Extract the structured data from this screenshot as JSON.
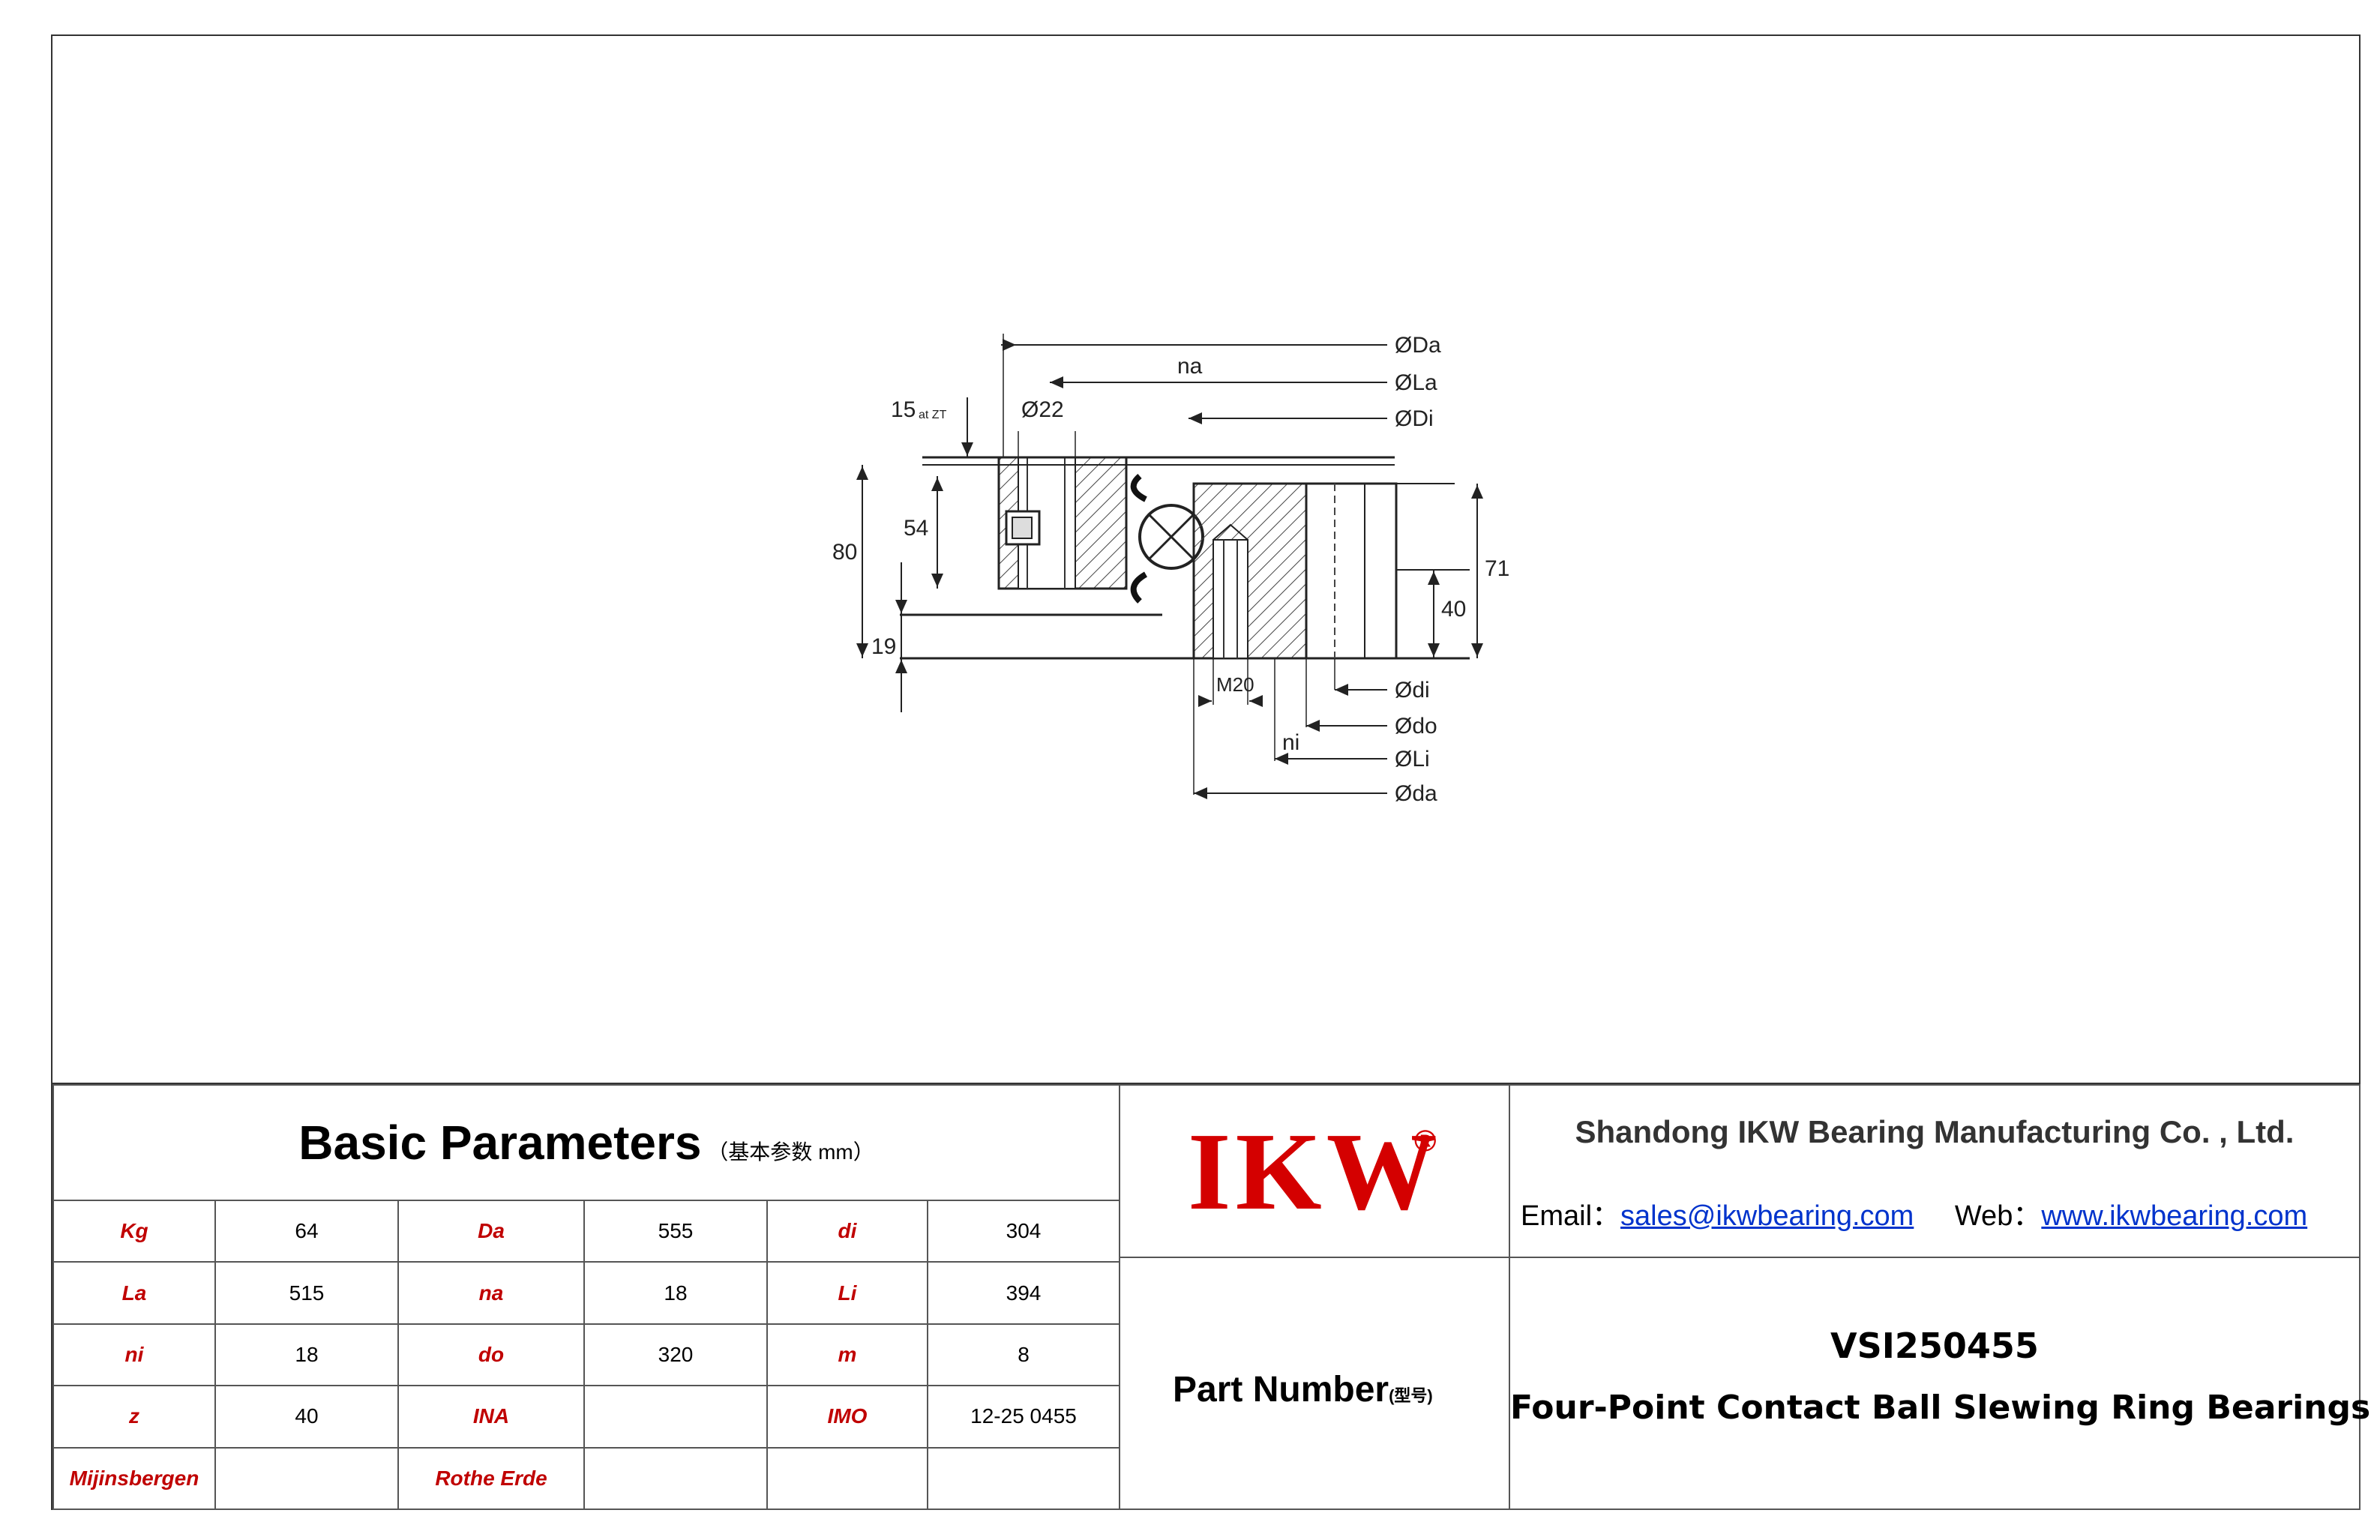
{
  "drawing": {
    "dims": {
      "Da": "ØDa",
      "La": "ØLa",
      "Di": "ØDi",
      "na": "na",
      "bore22": "Ø22",
      "fifteen": "15",
      "fifteen_sub": "at ZT",
      "h80": "80",
      "h54": "54",
      "h19": "19",
      "h71": "71",
      "h40": "40",
      "m20": "M20",
      "ni": "ni",
      "di": "Ødi",
      "do": "Ødo",
      "Li": "ØLi",
      "da": "Øda"
    }
  },
  "params": {
    "title": "Basic Parameters",
    "subtitle": "（基本参数 mm）",
    "rows": [
      [
        {
          "label": "Kg",
          "value": "64"
        },
        {
          "label": "Da",
          "value": "555"
        },
        {
          "label": "di",
          "value": "304"
        }
      ],
      [
        {
          "label": "La",
          "value": "515"
        },
        {
          "label": "na",
          "value": "18"
        },
        {
          "label": "Li",
          "value": "394"
        }
      ],
      [
        {
          "label": "ni",
          "value": "18"
        },
        {
          "label": "do",
          "value": "320"
        },
        {
          "label": "m",
          "value": "8"
        }
      ],
      [
        {
          "label": "z",
          "value": "40"
        },
        {
          "label": "INA",
          "value": ""
        },
        {
          "label": "IMO",
          "value": "12-25 0455"
        }
      ],
      [
        {
          "label": "Mijinsbergen",
          "value": ""
        },
        {
          "label": "Rothe Erde",
          "value": ""
        },
        {
          "label": "",
          "value": ""
        }
      ]
    ]
  },
  "logo": {
    "text": "IKW",
    "reg": "®"
  },
  "part_number": {
    "label": "Part Number",
    "label_cn": "(型号)"
  },
  "company": {
    "name": "Shandong IKW Bearing Manufacturing Co. , Ltd.",
    "email_label": "Email：",
    "email": "sales@ikwbearing.com",
    "web_label": "Web：",
    "web": "www.ikwbearing.com"
  },
  "model": {
    "code": "VSI250455",
    "description": "Four-Point Contact Ball Slewing Ring Bearings"
  },
  "colors": {
    "label_red": "#c00000",
    "logo_red": "#d40000",
    "link_blue": "#0033cc"
  }
}
